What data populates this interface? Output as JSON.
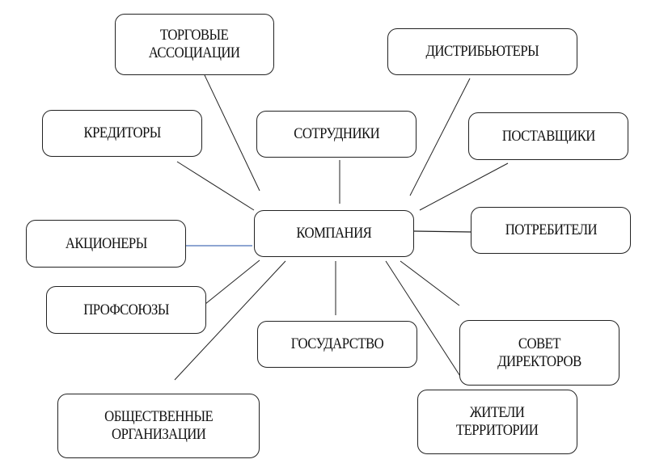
{
  "center": {
    "label": "КОМПАНИЯ"
  },
  "nodes": {
    "trade": "ТОРГОВЫЕ\nАССОЦИАЦИИ",
    "distributors": "ДИСТРИБЬЮТЕРЫ",
    "creditors": "КРЕДИТОРЫ",
    "employees": "СОТРУДНИКИ",
    "suppliers": "ПОСТАВЩИКИ",
    "shareholders": "АКЦИОНЕРЫ",
    "consumers": "ПОТРЕБИТЕЛИ",
    "unions": "ПРОФСОЮЗЫ",
    "state": "ГОСУДАРСТВО",
    "board": "СОВЕТ\nДИРЕКТОРОВ",
    "public_orgs": "ОБЩЕСТВЕННЫЕ\nОРГАНИЗАЦИИ",
    "residents": "ЖИТЕЛИ\nТЕРРИТОРИИ"
  },
  "colors": {
    "line": "#222222",
    "shareholder_line": "#4a72b8"
  }
}
